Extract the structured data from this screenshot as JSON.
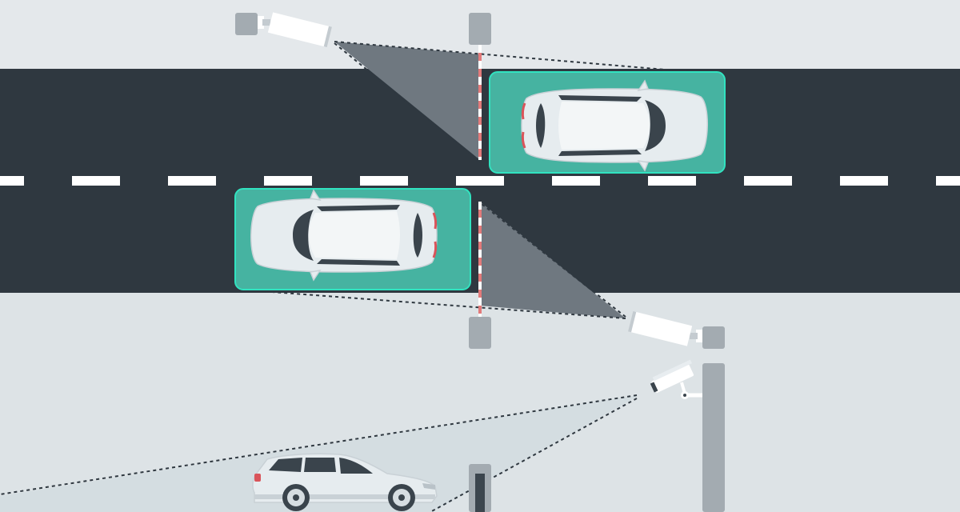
{
  "colors": {
    "background": "#e4e8eb",
    "lower_ground": "#dde3e6",
    "road": "#2f3840",
    "lane_marking": "#ffffff",
    "post": "#a3abb1",
    "detection_fill": "#46b3a1",
    "detection_stroke": "#31e3c0",
    "camera_body": "#ffffff",
    "camera_fov_fill": "#6f7880",
    "barrier_red": "#e27a7a",
    "barrier_white": "#ffffff",
    "car_body": "#e6ecef",
    "car_glass": "#3a444c",
    "taillight": "#d9545a"
  },
  "icons": [
    "cctv-camera-icon",
    "car-top-view-icon",
    "car-side-view-icon",
    "barrier-gate-icon"
  ],
  "scene": {
    "cars_detected": 2,
    "cars_side_view": 1,
    "cameras": 3,
    "barriers": 2
  }
}
